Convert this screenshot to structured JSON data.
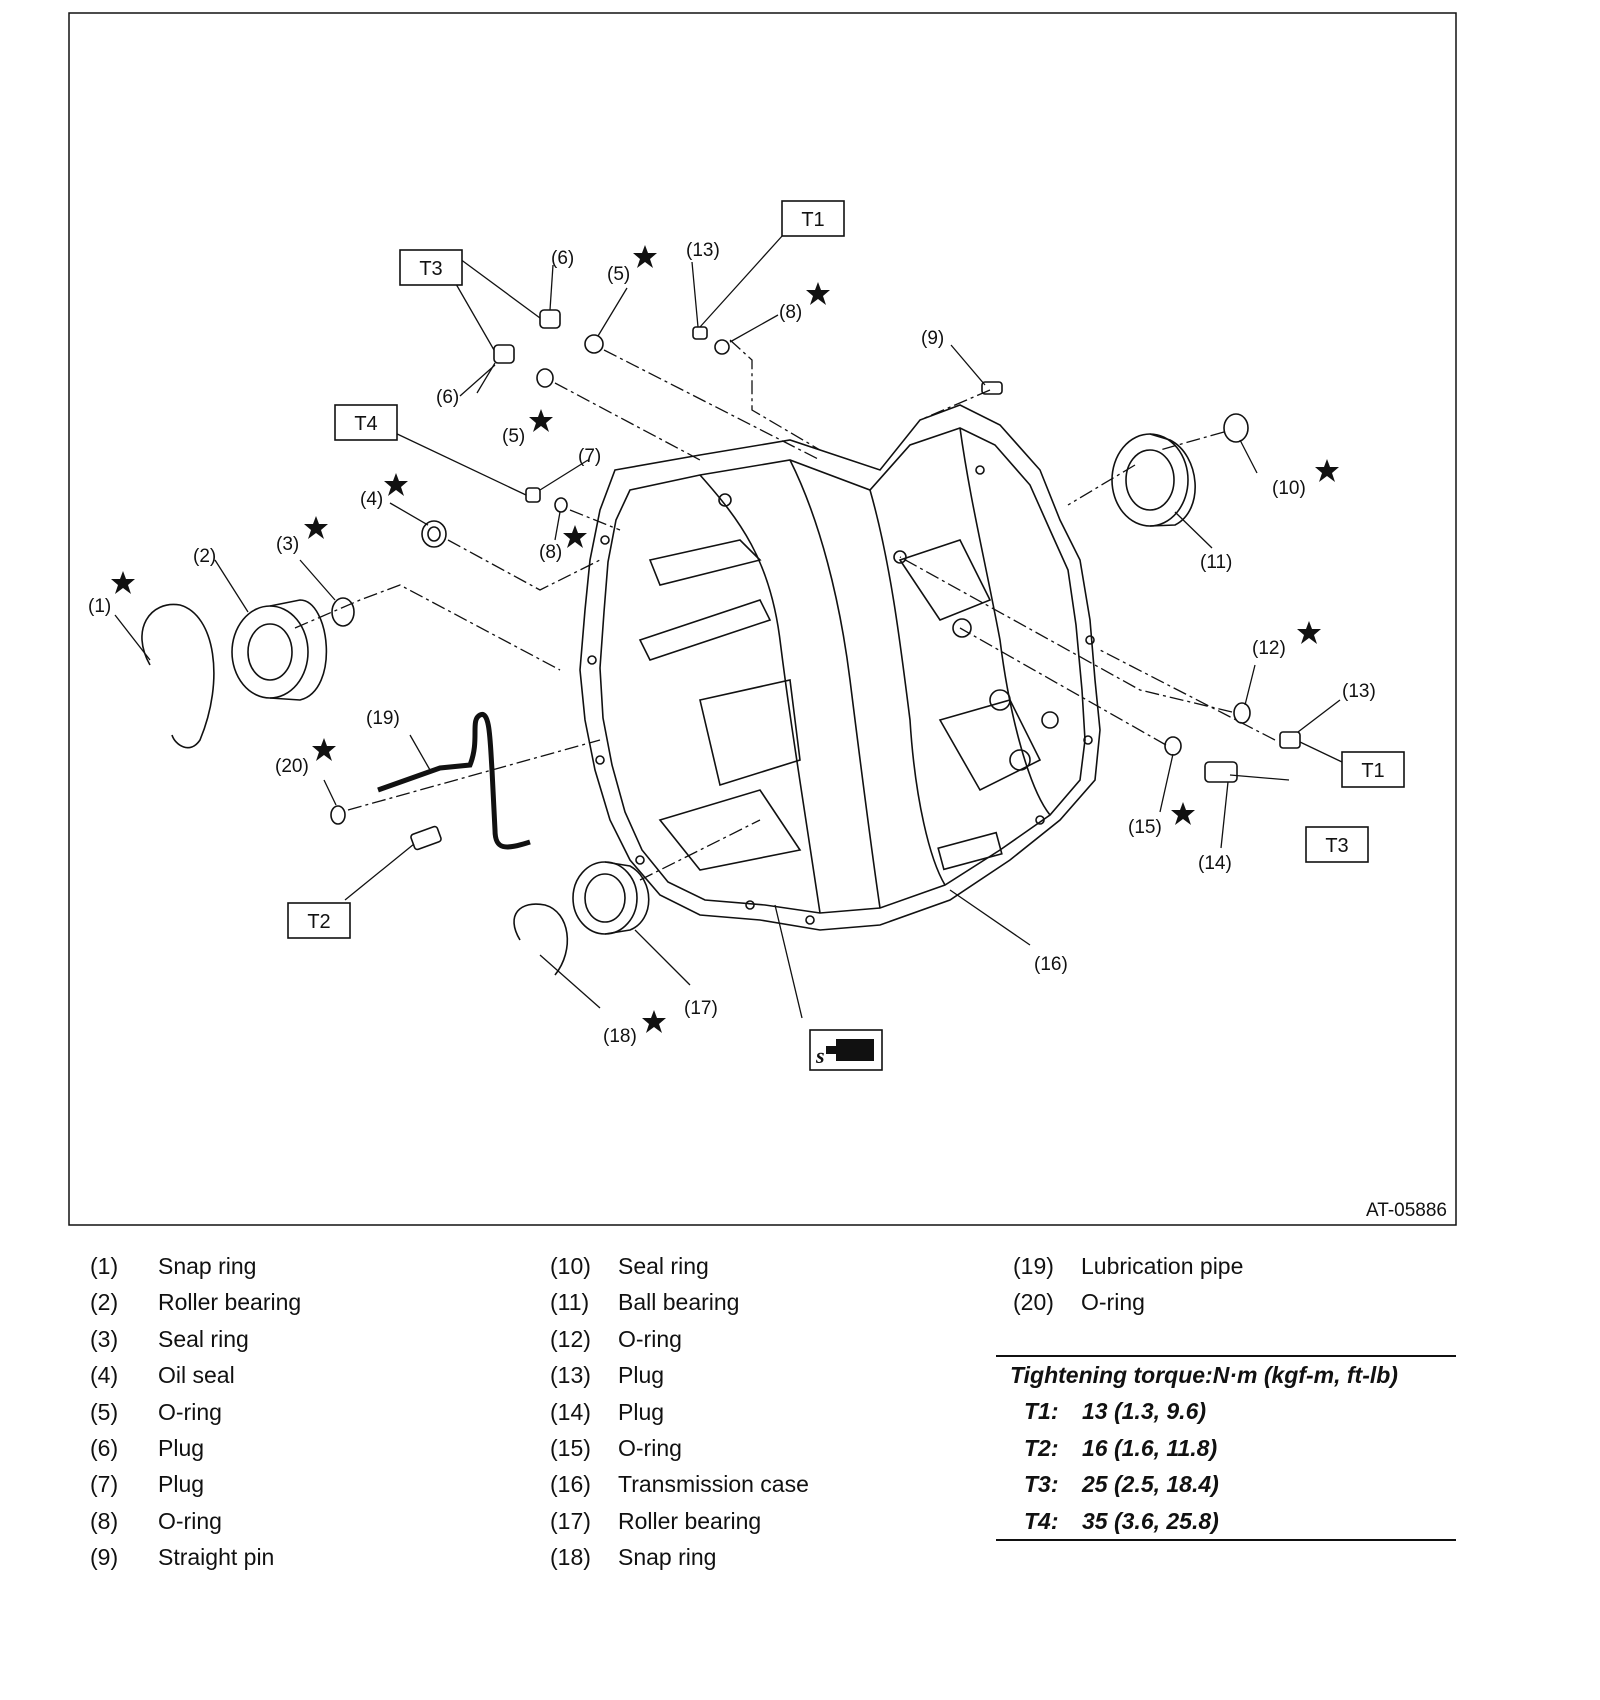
{
  "figure_id": "AT-05886",
  "torque_boxes": {
    "t1": "T1",
    "t2": "T2",
    "t3": "T3",
    "t4": "T4"
  },
  "callouts": {
    "c1": "(1)",
    "c2": "(2)",
    "c3": "(3)",
    "c4": "(4)",
    "c5": "(5)",
    "c6": "(6)",
    "c7": "(7)",
    "c8": "(8)",
    "c9": "(9)",
    "c10": "(10)",
    "c11": "(11)",
    "c12": "(12)",
    "c13": "(13)",
    "c14": "(14)",
    "c15": "(15)",
    "c16": "(16)",
    "c17": "(17)",
    "c18": "(18)",
    "c19": "(19)",
    "c20": "(20)"
  },
  "parts": [
    {
      "num": "(1)",
      "name": "Snap ring"
    },
    {
      "num": "(2)",
      "name": "Roller bearing"
    },
    {
      "num": "(3)",
      "name": "Seal ring"
    },
    {
      "num": "(4)",
      "name": "Oil seal"
    },
    {
      "num": "(5)",
      "name": "O-ring"
    },
    {
      "num": "(6)",
      "name": "Plug"
    },
    {
      "num": "(7)",
      "name": "Plug"
    },
    {
      "num": "(8)",
      "name": "O-ring"
    },
    {
      "num": "(9)",
      "name": "Straight pin"
    },
    {
      "num": "(10)",
      "name": "Seal ring"
    },
    {
      "num": "(11)",
      "name": "Ball bearing"
    },
    {
      "num": "(12)",
      "name": "O-ring"
    },
    {
      "num": "(13)",
      "name": "Plug"
    },
    {
      "num": "(14)",
      "name": "Plug"
    },
    {
      "num": "(15)",
      "name": "O-ring"
    },
    {
      "num": "(16)",
      "name": "Transmission case"
    },
    {
      "num": "(17)",
      "name": "Roller bearing"
    },
    {
      "num": "(18)",
      "name": "Snap ring"
    },
    {
      "num": "(19)",
      "name": "Lubrication pipe"
    },
    {
      "num": "(20)",
      "name": "O-ring"
    }
  ],
  "torque_table": {
    "title": "Tightening torque:N·m (kgf-m, ft-lb)",
    "rows": [
      {
        "key": "T1:",
        "value": "13 (1.3, 9.6)"
      },
      {
        "key": "T2:",
        "value": "16 (1.6, 11.8)"
      },
      {
        "key": "T3:",
        "value": "25 (2.5, 18.4)"
      },
      {
        "key": "T4:",
        "value": "35 (3.6, 25.8)"
      }
    ]
  }
}
